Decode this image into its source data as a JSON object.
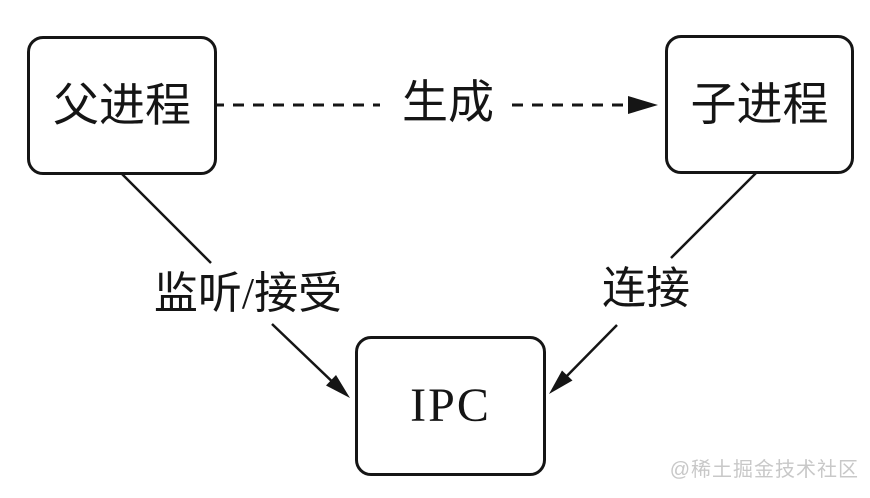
{
  "diagram": {
    "nodes": {
      "parent": {
        "label": "父进程"
      },
      "child": {
        "label": "子进程"
      },
      "ipc": {
        "label": "IPC"
      }
    },
    "edges": {
      "spawn": {
        "label": "生成",
        "style": "dashed-arrow",
        "from": "parent",
        "to": "child"
      },
      "listen_accept": {
        "label": "监听/接受",
        "style": "solid-arrow",
        "from": "parent",
        "to": "ipc"
      },
      "connect": {
        "label": "连接",
        "style": "solid-arrow",
        "from": "child",
        "to": "ipc"
      }
    },
    "colors": {
      "line": "#151515",
      "background": "#ffffff",
      "watermark": "#c8c8c8"
    }
  },
  "watermark": {
    "text": "@稀土掘金技术社区"
  }
}
